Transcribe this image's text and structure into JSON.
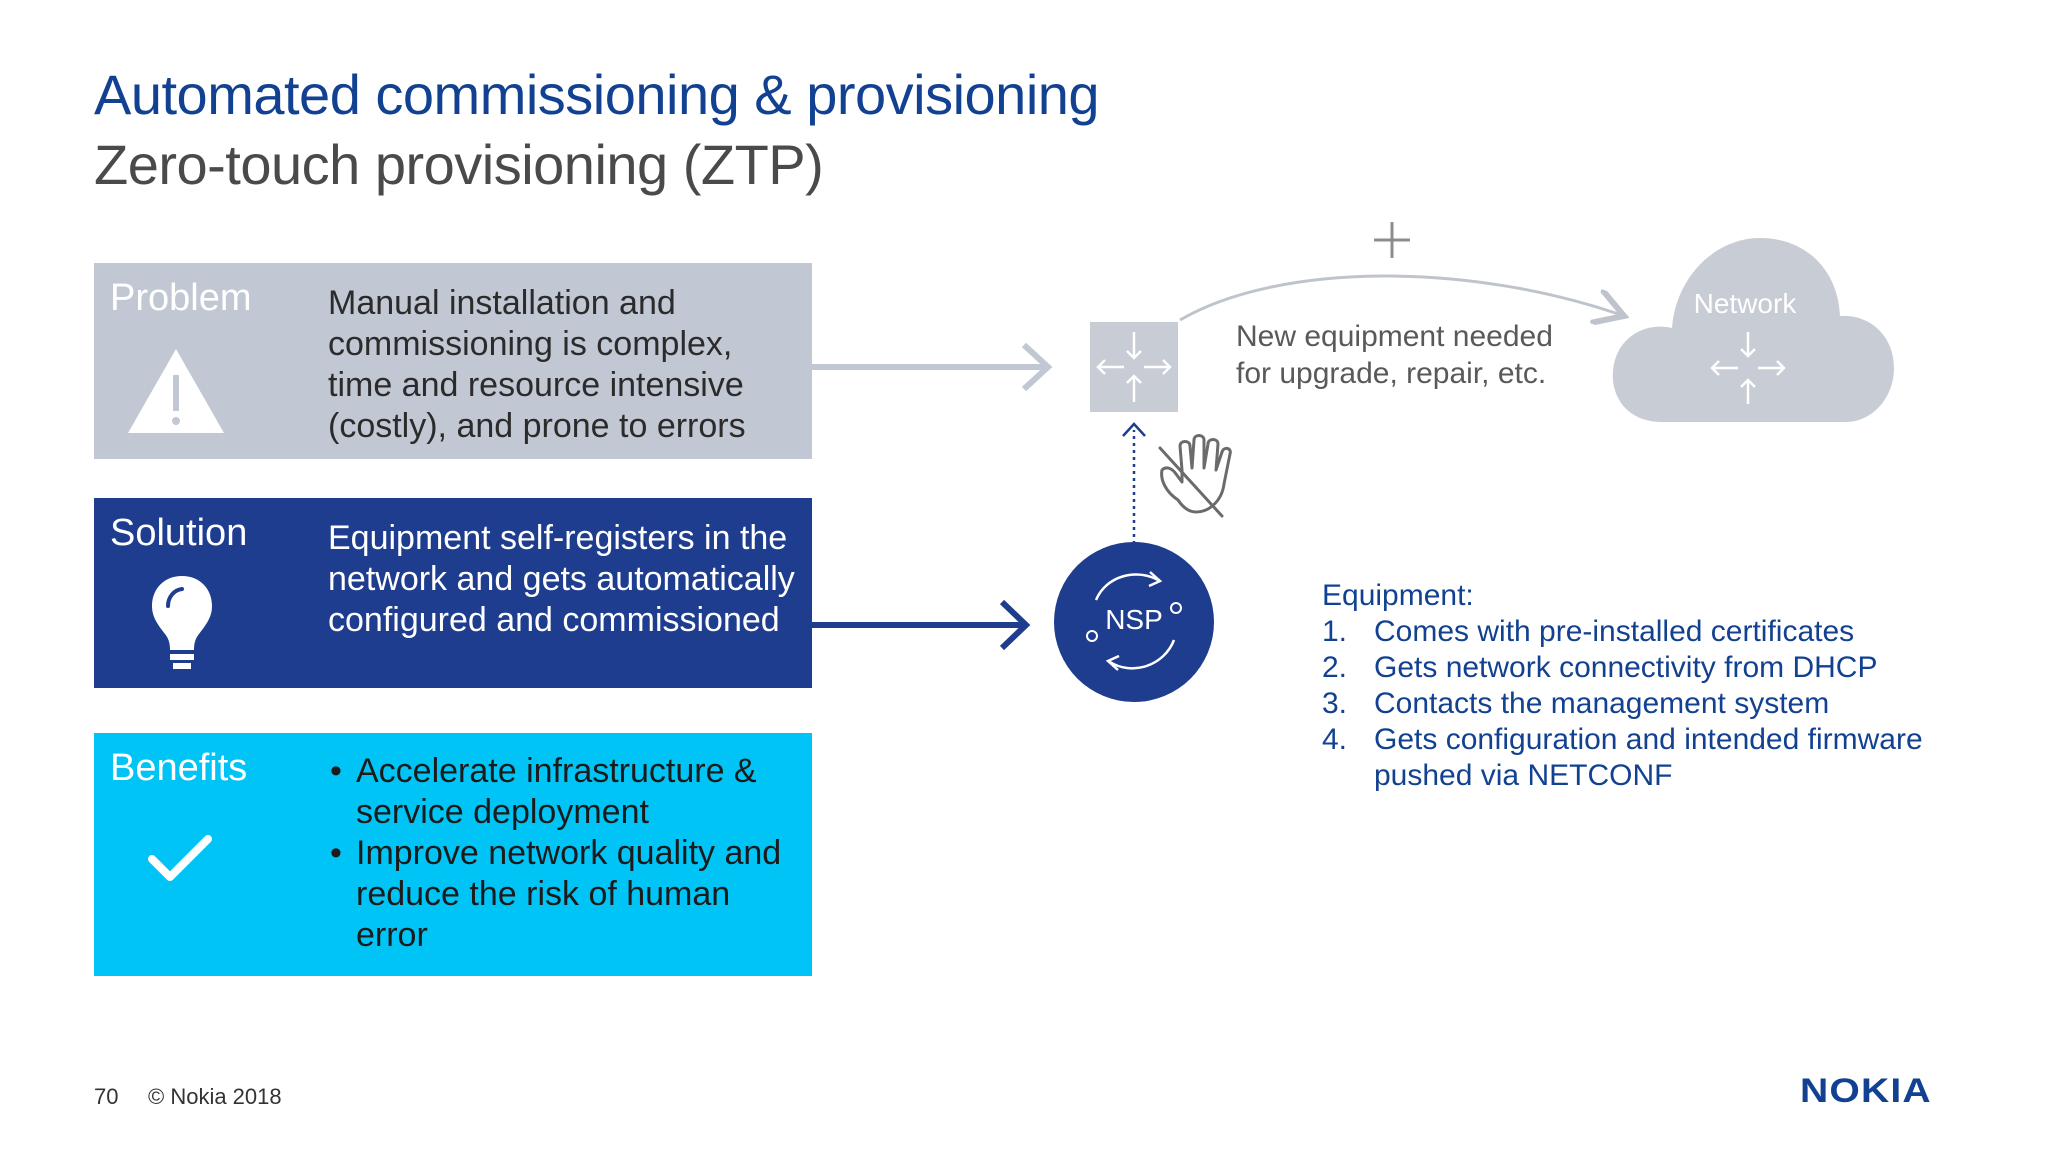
{
  "header": {
    "title": "Automated commissioning & provisioning",
    "subtitle": "Zero-touch provisioning (ZTP)"
  },
  "panels": {
    "problem": {
      "label": "Problem",
      "text": "Manual installation and commissioning is complex, time and resource intensive (costly), and prone to errors",
      "icon": "warning-icon",
      "color": "#c1c7d3"
    },
    "solution": {
      "label": "Solution",
      "text": "Equipment self-registers in the network and gets automatically configured and commissioned",
      "icon": "lightbulb-icon",
      "color": "#1e3d8f"
    },
    "benefits": {
      "label": "Benefits",
      "items": [
        "Accelerate infrastructure & service deployment",
        "Improve network quality and reduce the risk of human error"
      ],
      "icon": "checkmark-icon",
      "color": "#00c4f5"
    }
  },
  "diagram": {
    "new_equipment_text": "New equipment needed for upgrade, repair, etc.",
    "network_label": "Network",
    "nsp_label": "NSP",
    "plus_symbol": "+",
    "icons": [
      "router-icon",
      "cloud-icon",
      "no-touch-hand-icon",
      "nsp-cycle-icon"
    ]
  },
  "equipment": {
    "heading": "Equipment:",
    "steps": [
      {
        "num": "1.",
        "text": "Comes with pre-installed certificates"
      },
      {
        "num": "2.",
        "text": "Gets network connectivity from DHCP"
      },
      {
        "num": "3.",
        "text": "Contacts the management system"
      },
      {
        "num": "4.",
        "text": "Gets configuration and intended firmware pushed via NETCONF"
      }
    ]
  },
  "footer": {
    "page_number": "70",
    "copyright": "© Nokia 2018",
    "logo": "NOKIA"
  },
  "colors": {
    "brand_blue": "#124191",
    "gray_text": "#4a4a4a",
    "light_gray": "#c1c7d3",
    "cyan": "#00c4f5"
  }
}
